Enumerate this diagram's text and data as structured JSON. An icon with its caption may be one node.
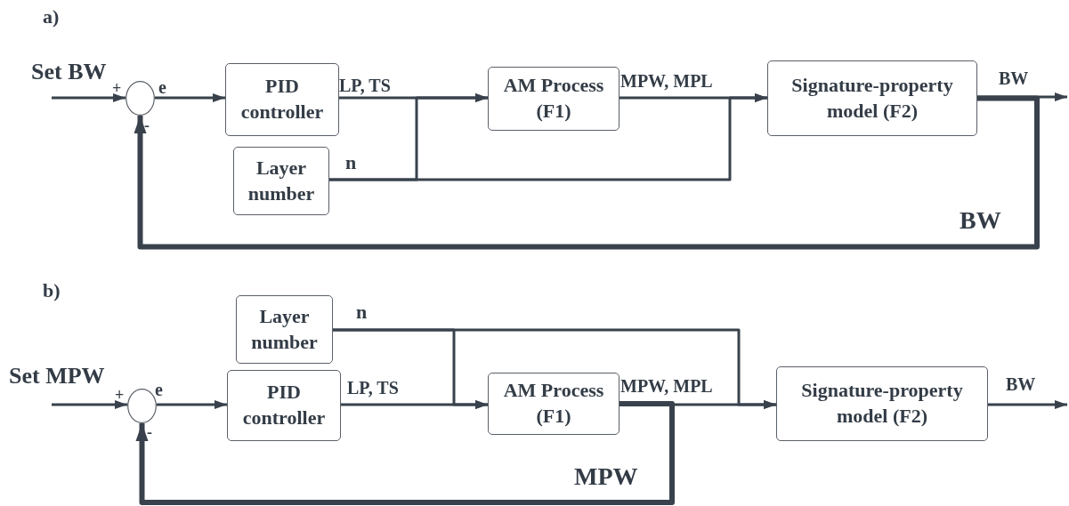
{
  "diagram": {
    "nodes": [
      {
        "text": [],
        "shape": "circle",
        "beside": [
          "+",
          "-"
        ]
      },
      {
        "text": [
          "PID controller"
        ]
      },
      {
        "text": [
          "Layer number"
        ]
      },
      {
        "text": [
          "AM Process (F1)"
        ]
      },
      {
        "text": [
          "Signature-property model (F2)"
        ]
      },
      {
        "text": [],
        "shape": "circle",
        "beside": [
          "+",
          "-"
        ]
      },
      {
        "text": [
          "Layer number"
        ]
      },
      {
        "text": [
          "PID controller"
        ]
      },
      {
        "text": [
          "AM Process (F1)"
        ]
      },
      {
        "text": [
          "Signature-property model (F2)"
        ]
      }
    ],
    "edges": [
      {
        "from": null,
        "to": 0,
        "arrow": "to",
        "label": "Set BW"
      },
      {
        "from": 0,
        "to": 1,
        "arrow": "to",
        "label": "e"
      },
      {
        "from": 1,
        "to": 3,
        "arrow": "to",
        "label": "LP, TS"
      },
      {
        "from": 2,
        "to": 3,
        "arrow": "to",
        "label": "n"
      },
      {
        "from": 2,
        "to": 4,
        "arrow": "to"
      },
      {
        "from": 3,
        "to": 4,
        "arrow": "to",
        "label": "MPW, MPL"
      },
      {
        "from": 4,
        "to": null,
        "arrow": "to",
        "label": "BW"
      },
      {
        "from": 4,
        "to": 0,
        "arrow": "to",
        "label": "BW",
        "style": "thick"
      },
      {
        "from": null,
        "to": 5,
        "arrow": "to",
        "label": "Set MPW"
      },
      {
        "from": 5,
        "to": 7,
        "arrow": "to",
        "label": "e"
      },
      {
        "from": 7,
        "to": 8,
        "arrow": "to",
        "label": "LP, TS"
      },
      {
        "from": 6,
        "to": 8,
        "arrow": "to",
        "label": "n"
      },
      {
        "from": 6,
        "to": 9,
        "arrow": "to"
      },
      {
        "from": 8,
        "to": 9,
        "arrow": "to",
        "label": "MPW, MPL"
      },
      {
        "from": 9,
        "to": null,
        "arrow": "to",
        "label": "BW"
      },
      {
        "from": 8,
        "to": 5,
        "arrow": "to",
        "label": "MPW",
        "style": "thick"
      }
    ],
    "labels": [
      "a)",
      "b)"
    ]
  }
}
